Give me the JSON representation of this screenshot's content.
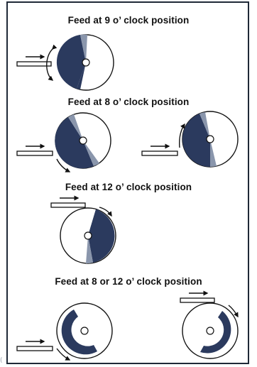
{
  "sections": [
    {
      "title": "Feed at 9 o’ clock position"
    },
    {
      "title": "Feed at 8 o’ clock position"
    },
    {
      "title": "Feed at 12 o’ clock position"
    },
    {
      "title": "Feed at 8 or 12 o’ clock position"
    }
  ],
  "colors": {
    "fill_dark": "#2b3a5e",
    "fill_light": "#8a96ac",
    "stroke": "#111111",
    "frame": "#1f2937"
  },
  "corner_mark": "("
}
